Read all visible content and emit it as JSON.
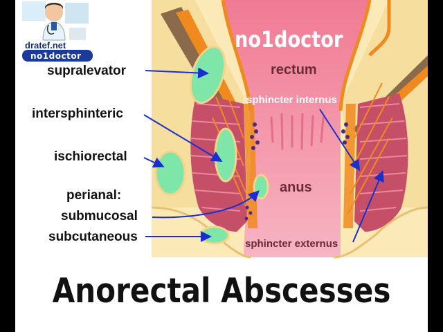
{
  "logo": {
    "site": "dratef.net",
    "badge": "no1doctor"
  },
  "watermark": "no1doctor",
  "labels": {
    "left": [
      "supralevator",
      "intersphinteric",
      "ischiorectal",
      "perianal:",
      "submucosal",
      "subcutaneous"
    ],
    "rectum": "rectum",
    "sphincter_internus": "sphincter internus",
    "anus": "anus",
    "sphincter_externus": "sphincter externus"
  },
  "title": "Anorectal Abscesses",
  "colors": {
    "background_region": "#fbe9b8",
    "rectum": "#f08aa0",
    "muscle": "#b03a55",
    "abscess": "#7ee6a8",
    "nerve": "#f08a1e",
    "arrow": "#1a2fd0"
  }
}
